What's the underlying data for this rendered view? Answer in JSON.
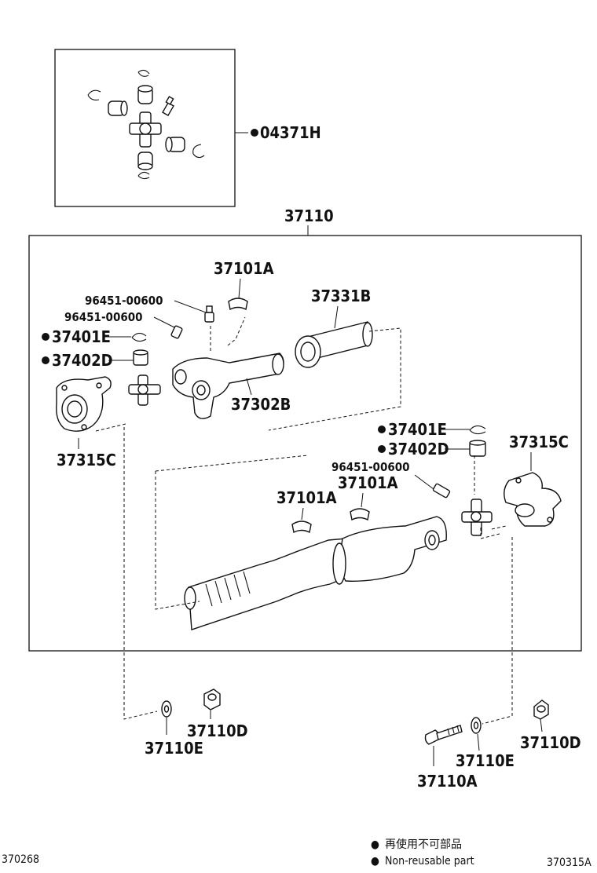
{
  "labels": {
    "kit": "04371H",
    "assembly": "37110",
    "plug_1": "96451-00600",
    "plug_2": "96451-00600",
    "plug_3": "96451-00600",
    "bearing_cap_1": "37101A",
    "bearing_cap_2": "37101A",
    "bearing_cap_3": "37101A",
    "boot": "37331B",
    "snap_ring_1": "37401E",
    "snap_ring_2": "37401E",
    "spider_bearing_1": "37402D",
    "spider_bearing_2": "37402D",
    "yoke": "37302B",
    "flange_1": "37315C",
    "flange_2": "37315C",
    "washer_1": "37110E",
    "washer_2": "37110E",
    "nut_1": "37110D",
    "nut_2": "37110D",
    "bolt": "37110A"
  },
  "legend": {
    "marker": "●",
    "japanese": "再使用不可部品",
    "english": "Non-reusable part"
  },
  "footer": {
    "left_code": "370268",
    "right_code": "370315A"
  }
}
